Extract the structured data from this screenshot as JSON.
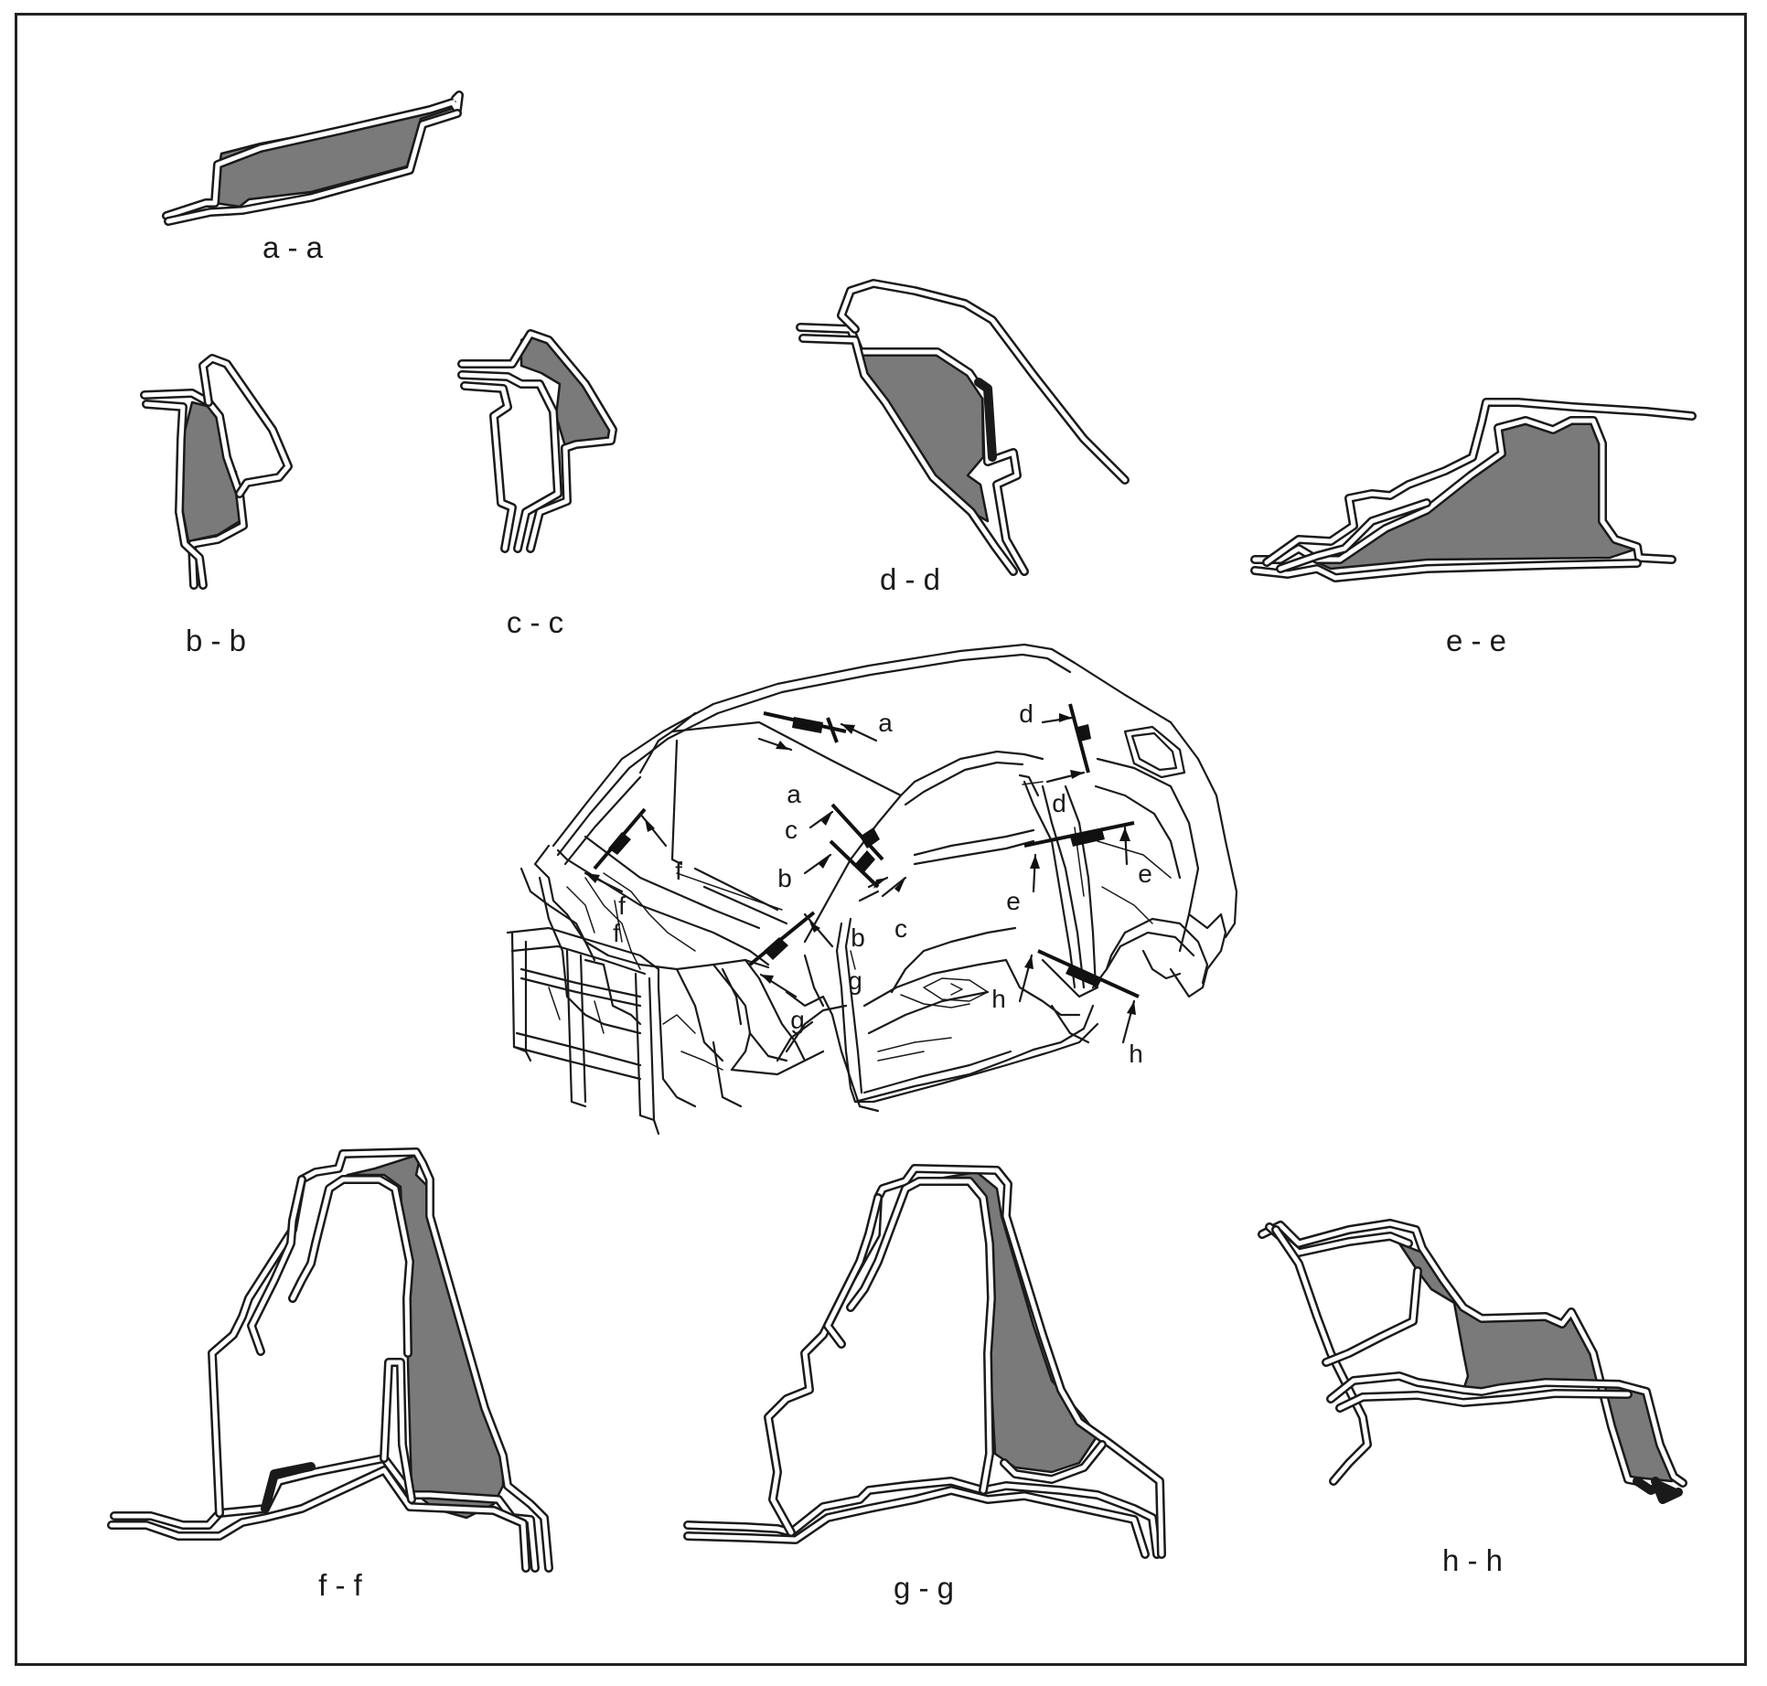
{
  "sections": [
    {
      "id": "a",
      "caption": "a - a"
    },
    {
      "id": "b",
      "caption": "b - b"
    },
    {
      "id": "c",
      "caption": "c - c"
    },
    {
      "id": "d",
      "caption": "d - d"
    },
    {
      "id": "e",
      "caption": "e - e"
    },
    {
      "id": "f",
      "caption": "f - f"
    },
    {
      "id": "g",
      "caption": "g - g"
    },
    {
      "id": "h",
      "caption": "h - h"
    }
  ],
  "car_labels": [
    "a",
    "a",
    "c",
    "b",
    "f",
    "f",
    "f",
    "b",
    "c",
    "g",
    "g",
    "d",
    "d",
    "e",
    "e",
    "h",
    "h"
  ],
  "colors": {
    "fill": "#7a7a7a",
    "line": "#1a1a1a",
    "frame": "#222222"
  }
}
